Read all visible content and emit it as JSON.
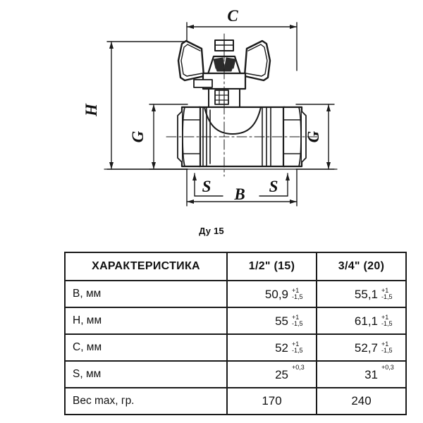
{
  "drawing": {
    "caption": "Ду 15",
    "dimension_labels": {
      "c": "C",
      "h": "H",
      "g_left": "G",
      "g_right": "G",
      "b": "B",
      "s_left": "S",
      "s_right": "S"
    },
    "subject": "ball-valve-butterfly-handle"
  },
  "table": {
    "headers": [
      "ХАРАКТЕРИСТИКА",
      "1/2\" (15)",
      "3/4\" (20)"
    ],
    "rows": [
      {
        "name": "B, мм",
        "v1": {
          "value": "50,9",
          "tol_up": "+1",
          "tol_dn": "-1,5"
        },
        "v2": {
          "value": "55,1",
          "tol_up": "+1",
          "tol_dn": "-1,5"
        }
      },
      {
        "name": "H, мм",
        "v1": {
          "value": "55",
          "tol_up": "+1",
          "tol_dn": "-1,5"
        },
        "v2": {
          "value": "61,1",
          "tol_up": "+1",
          "tol_dn": "-1,5"
        }
      },
      {
        "name": "C, мм",
        "v1": {
          "value": "52",
          "tol_up": "+1",
          "tol_dn": "-1,5"
        },
        "v2": {
          "value": "52,7",
          "tol_up": "+1",
          "tol_dn": "-1,5"
        }
      },
      {
        "name": "S, мм",
        "v1": {
          "value": "25",
          "tol_up": "+0,3",
          "tol_dn": ""
        },
        "v2": {
          "value": "31",
          "tol_up": "+0,3",
          "tol_dn": ""
        }
      },
      {
        "name": "Вес max, гр.",
        "v1": {
          "value": "170",
          "tol_up": "",
          "tol_dn": ""
        },
        "v2": {
          "value": "240",
          "tol_up": "",
          "tol_dn": ""
        }
      }
    ]
  },
  "colors": {
    "line": "#1a1a1a",
    "background": "#ffffff",
    "fill_light": "#ffffff"
  }
}
